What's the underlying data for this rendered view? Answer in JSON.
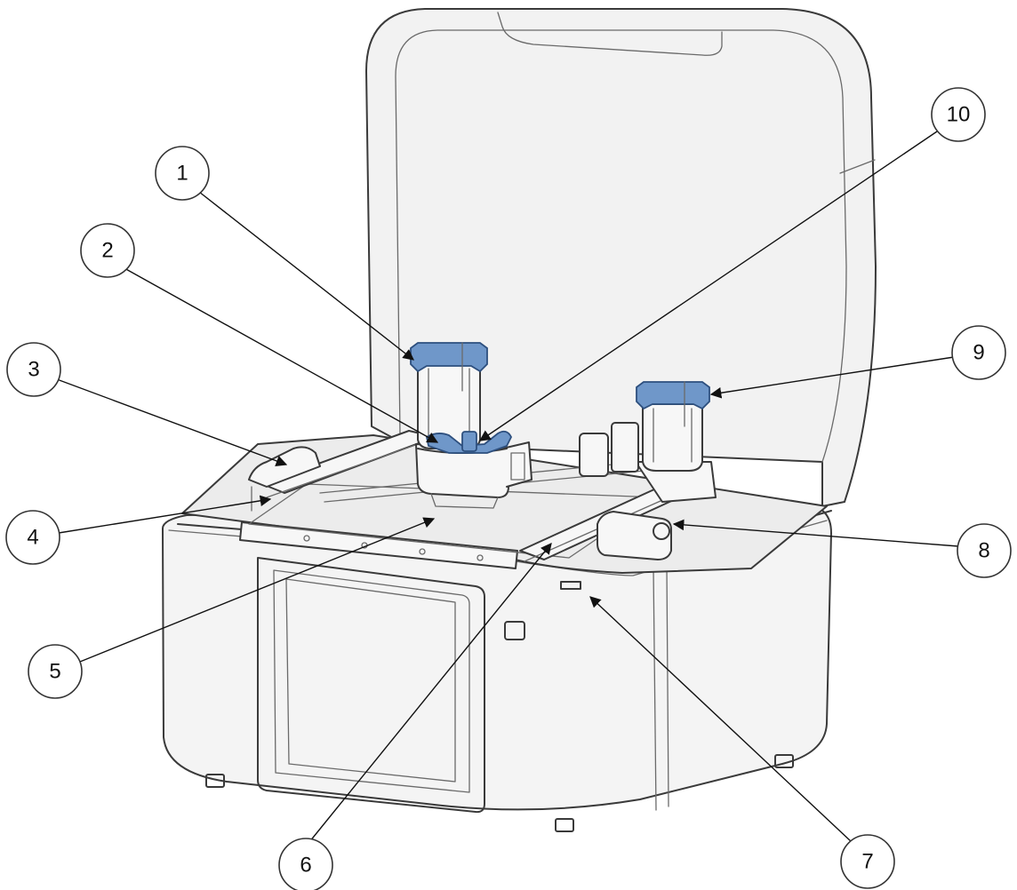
{
  "diagram": {
    "subject": "3D printer with lid open",
    "accent_color": "#6f97c9",
    "callouts": [
      {
        "label": "1"
      },
      {
        "label": "2"
      },
      {
        "label": "3"
      },
      {
        "label": "4"
      },
      {
        "label": "5"
      },
      {
        "label": "6"
      },
      {
        "label": "7"
      },
      {
        "label": "8"
      },
      {
        "label": "9"
      },
      {
        "label": "10"
      }
    ]
  }
}
